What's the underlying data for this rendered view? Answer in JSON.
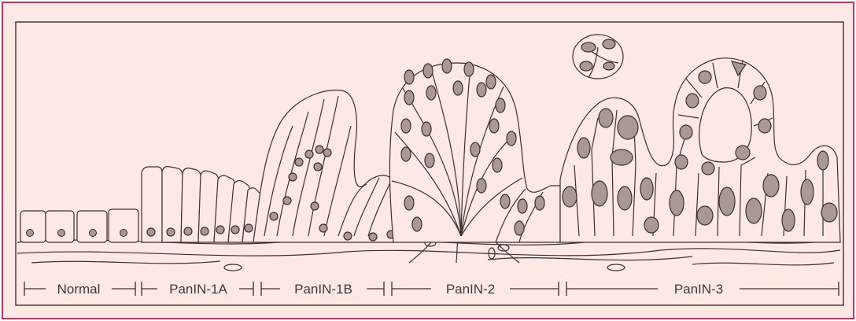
{
  "colors": {
    "background": "#fde8e6",
    "frame": "#b73a6e",
    "stroke": "#3a3030",
    "nucleus": "#a89896"
  },
  "stages": [
    {
      "label": "Normal"
    },
    {
      "label": "PanIN-1A"
    },
    {
      "label": "PanIN-1B"
    },
    {
      "label": "PanIN-2"
    },
    {
      "label": "PanIN-3"
    }
  ]
}
